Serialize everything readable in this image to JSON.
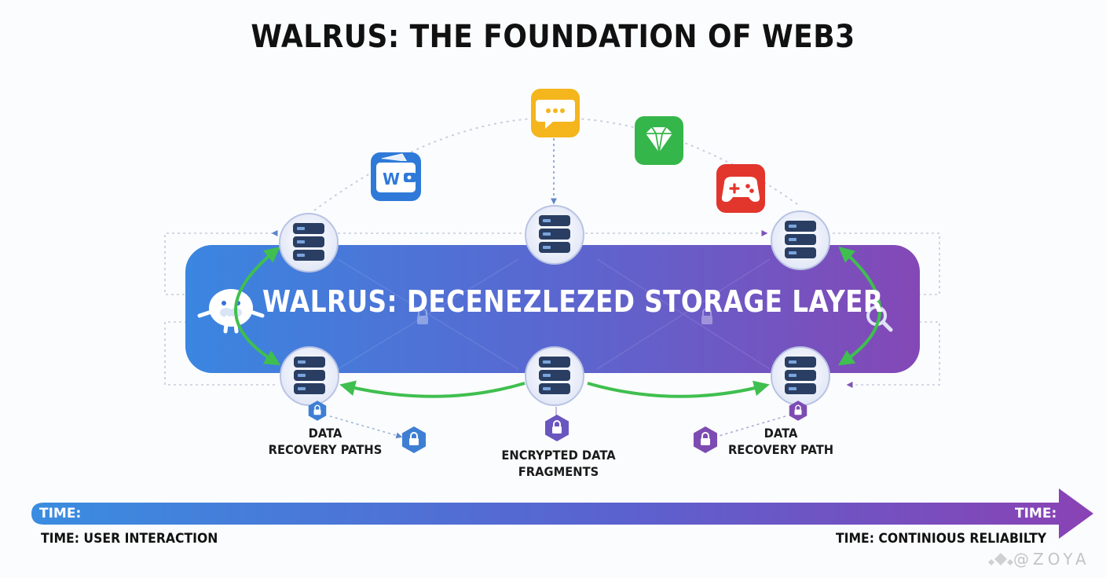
{
  "title": "WALRUS: THE FOUNDATION OF WEB3",
  "band": {
    "text": "WALRUS: DECENEZLEZED STORAGE LAYER",
    "gradient_start": "#3a86e0",
    "gradient_end": "#8448b6"
  },
  "labels": {
    "left": "DATA\nRECOVERY PATHS",
    "center": "ENCRYPTED DATA\nFRAGMENTS",
    "right": "DATA\nRECOVERY PATH"
  },
  "apps": [
    {
      "name": "wallet-icon",
      "letter": "W",
      "color": "#2f7ad8"
    },
    {
      "name": "chat-icon",
      "color": "#f4b51d"
    },
    {
      "name": "diamond-icon",
      "color": "#35b64a"
    },
    {
      "name": "gamepad-icon",
      "color": "#e2352c"
    }
  ],
  "timeline": {
    "start_inner": "TIME:",
    "end_inner": "TIME:",
    "start_label": "TIME: USER INTERACTION",
    "end_label": "TIME: CONTINIOUS RELIABILTY"
  },
  "colors": {
    "arrow_green": "#3fbf4f",
    "node_fill": "#e9edf9",
    "server_dark": "#2a3e63",
    "lock_blue": "#3e7fd3",
    "lock_purple": "#7d4cb2"
  },
  "watermark": "@ZOYA"
}
